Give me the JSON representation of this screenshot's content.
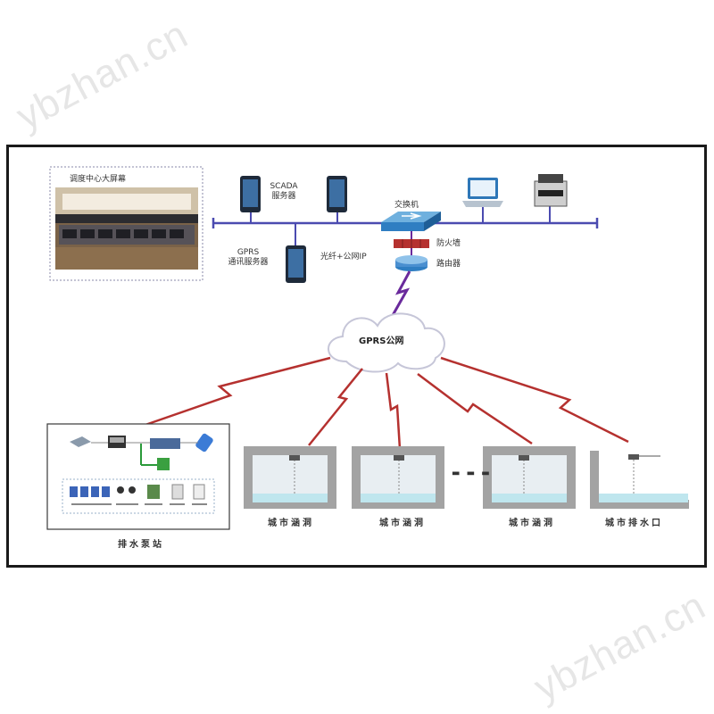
{
  "watermark": "ybzhan.cn",
  "control_center": {
    "screen_label": "调度中心大屏幕",
    "scada_label_1": "SCADA",
    "scada_label_2": "服务器",
    "gprs_server_label_1": "GPRS",
    "gprs_server_label_2": "通讯服务器",
    "switch_label": "交换机",
    "firewall_label": "防火墙",
    "router_label": "路由器",
    "fiber_label": "光纤+公网IP"
  },
  "network": {
    "cloud_label": "GPRS公网"
  },
  "sites": {
    "pump_station_label": "排水泵站",
    "well_labels": [
      "城市涵洞",
      "城市涵洞",
      "城市涵洞",
      "城市排水口"
    ],
    "ellipsis": "▬ ▬ ▬"
  },
  "colors": {
    "bus": "#4b4bb0",
    "lightning_red": "#b5312f",
    "lightning_purple": "#6a2a9c",
    "water": "#bfe6ee",
    "well_wall": "#a3a3a3"
  }
}
